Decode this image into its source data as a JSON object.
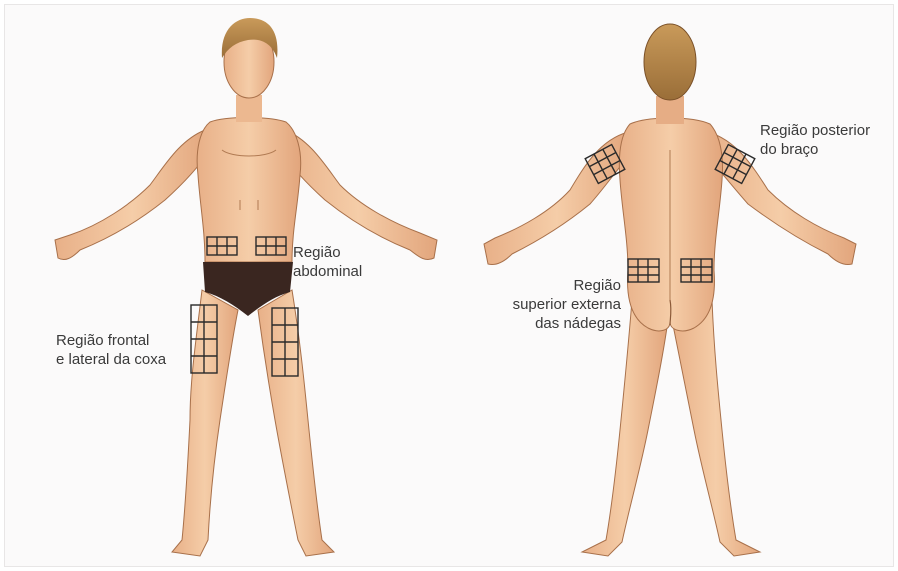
{
  "labels": {
    "abdominal": [
      "Região",
      "abdominal"
    ],
    "thigh": [
      "Região frontal",
      "e lateral da coxa"
    ],
    "posterior_arm": [
      "Região posterior",
      "do braço"
    ],
    "buttocks": [
      "Região",
      "superior externa",
      "das nádegas"
    ]
  },
  "colors": {
    "skin": "#f2c49e",
    "skin_shadow": "#d89b73",
    "hair": "#b8874a",
    "briefs": "#3a2620",
    "grid": "#2a2a2a"
  }
}
